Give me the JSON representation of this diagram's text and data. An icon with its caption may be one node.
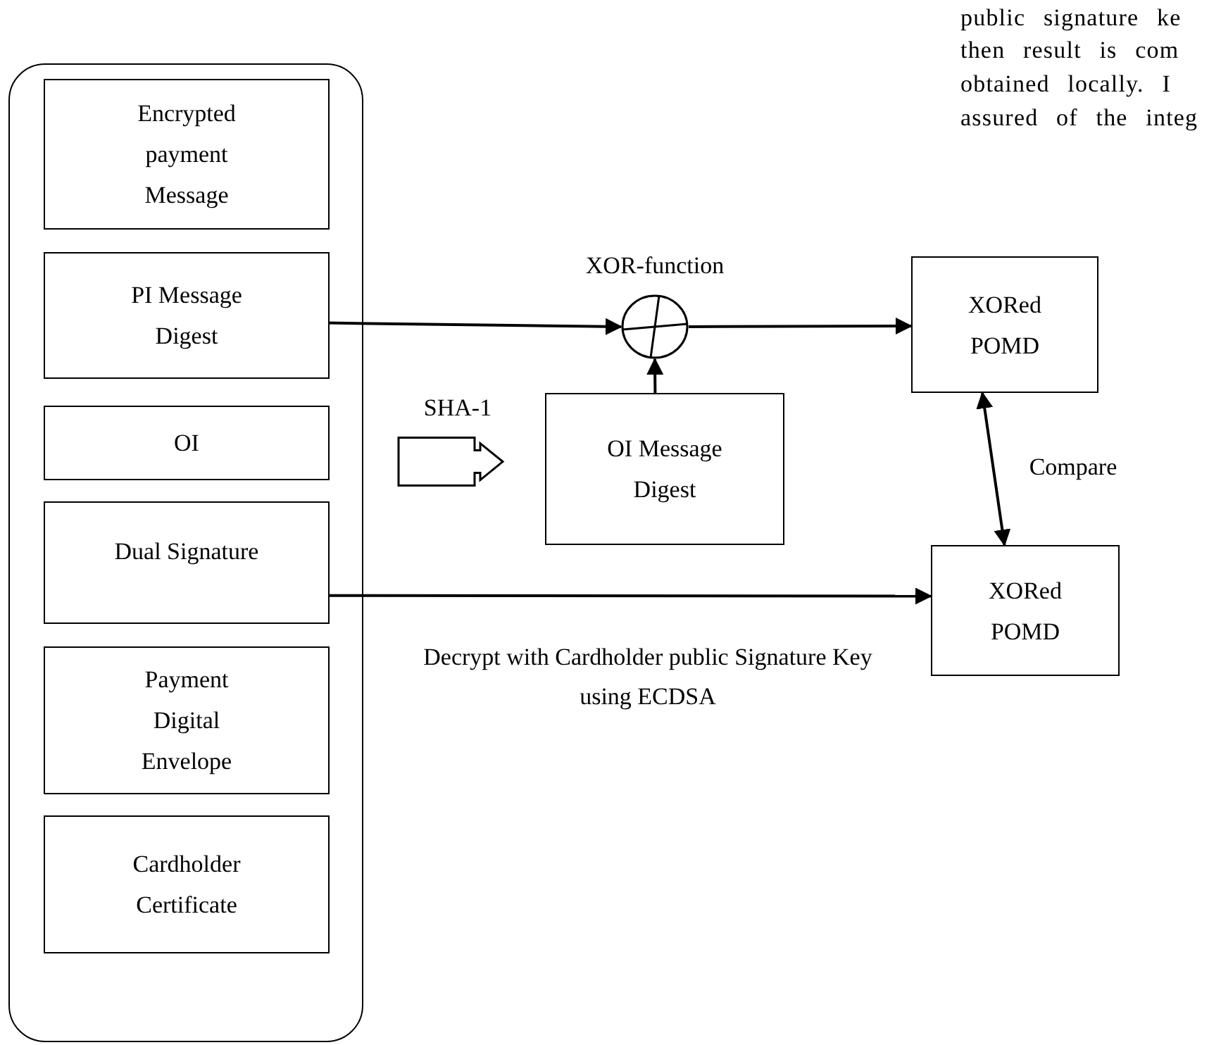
{
  "diagram": {
    "nodes": [
      {
        "text": [],
        "shape": "box"
      },
      {
        "text": [
          "Encrypted payment Message"
        ],
        "in": 0
      },
      {
        "text": [
          "PI Message Digest"
        ],
        "in": 0
      },
      {
        "text": [
          "OI"
        ],
        "in": 0
      },
      {
        "text": [
          "Dual Signature"
        ],
        "in": 0
      },
      {
        "text": [
          "Payment Digital Envelope"
        ],
        "in": 0
      },
      {
        "text": [
          "Cardholder Certificate"
        ],
        "in": 0
      },
      {
        "text": [],
        "shape": "circle",
        "beside": [
          "XOR-function"
        ]
      },
      {
        "text": [
          "XORed POMD"
        ]
      },
      {
        "text": [
          "OI Message Digest"
        ]
      },
      {
        "text": [
          "XORed POMD"
        ]
      }
    ],
    "edges": [
      {
        "from": 2,
        "to": 7,
        "arrow": "to"
      },
      {
        "from": 9,
        "to": 7,
        "arrow": "to"
      },
      {
        "from": 7,
        "to": 8,
        "arrow": "to"
      },
      {
        "from": 4,
        "to": 10,
        "arrow": "to",
        "label": "Decrypt with Cardholder public Signature Key using ECDSA"
      },
      {
        "from": 8,
        "to": 10,
        "arrow": "both",
        "label": "Compare"
      },
      {
        "from": 3,
        "to": 9,
        "arrow": "to",
        "label": "SHA-1"
      }
    ],
    "labels": [
      "public signature ke",
      "then result is com",
      "obtained locally. I",
      "assured of the integ"
    ]
  }
}
